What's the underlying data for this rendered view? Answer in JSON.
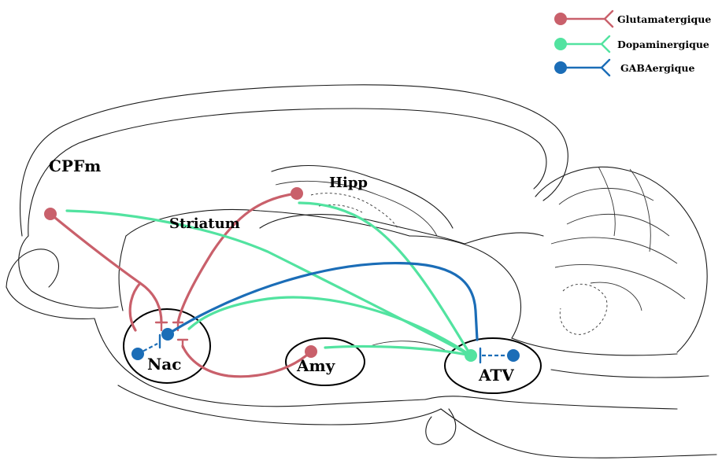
{
  "legend": {
    "items": [
      {
        "key": "glutamatergic",
        "label": "Glutamatergique",
        "color": "#c9606b"
      },
      {
        "key": "dopaminergic",
        "label": "Dopaminergique",
        "color": "#52e3a0"
      },
      {
        "key": "gabaergic",
        "label": "GABAergique",
        "color": "#1b6db7"
      }
    ]
  },
  "regions": {
    "cpfm": "CPFm",
    "striatum": "Striatum",
    "hipp": "Hipp",
    "nac": "Nac",
    "amy": "Amy",
    "atv": "ATV"
  },
  "colors": {
    "glutamatergic": "#c9606b",
    "dopaminergic": "#52e3a0",
    "gabaergic": "#1b6db7"
  }
}
